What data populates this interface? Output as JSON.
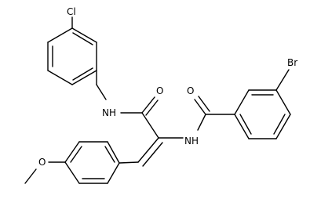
{
  "molecule": {
    "atom_labels": {
      "cl": "Cl",
      "br": "Br",
      "o_amide1": "O",
      "o_amide2": "O",
      "o_ether": "O",
      "nh_amide1": "NH",
      "nh_amide2": "NH"
    },
    "colors": {
      "bond": "#000000",
      "label": "#000000",
      "background": "#ffffff"
    }
  }
}
